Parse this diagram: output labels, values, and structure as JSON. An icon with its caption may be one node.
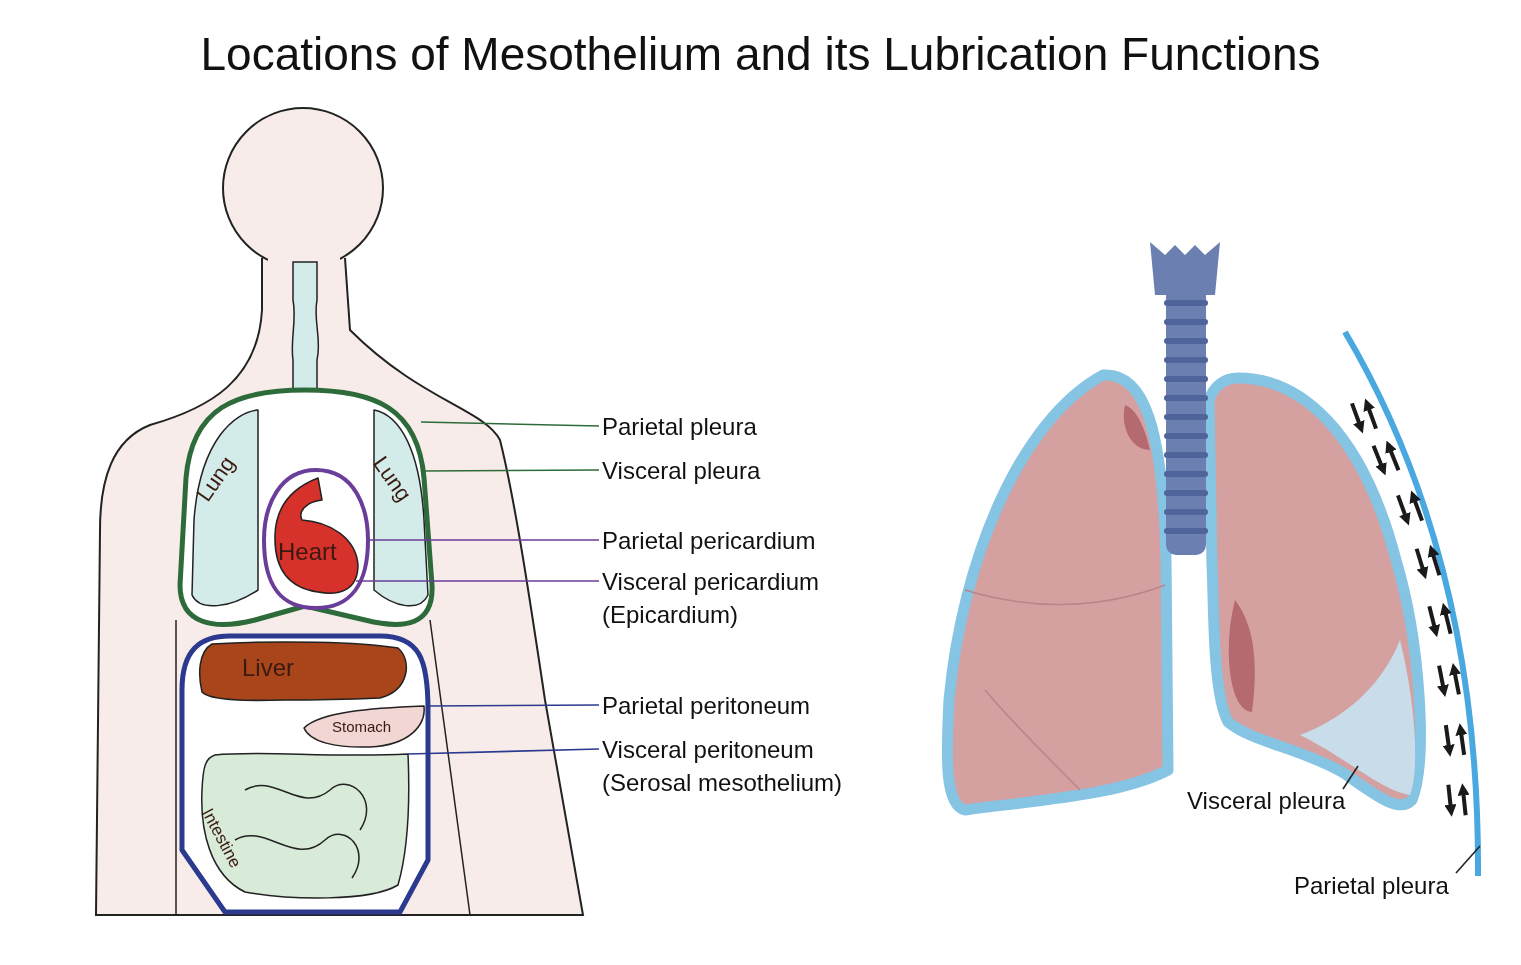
{
  "diagram": {
    "title": "Locations of Mesothelium and its Lubrication Functions",
    "nodes": [
      {
        "text": [],
        "shape": "outline"
      },
      {
        "text": [
          "Lung"
        ],
        "in": 0
      },
      {
        "text": [
          "Lung"
        ],
        "in": 0
      },
      {
        "text": [],
        "shape": "outline",
        "in": 0
      },
      {
        "text": [
          "Heart"
        ],
        "in": 3
      },
      {
        "text": [],
        "shape": "outline"
      },
      {
        "text": [
          "Liver"
        ],
        "in": 5
      },
      {
        "text": [
          "Stomach"
        ],
        "in": 5
      },
      {
        "text": [
          "Intestine"
        ],
        "in": 5
      },
      {
        "text": [
          "Parietal pleura"
        ]
      },
      {
        "text": [
          "Visceral pleura"
        ]
      },
      {
        "text": [
          "Parietal pericardium"
        ]
      },
      {
        "text": [
          "Visceral pericardium (Epicardium)"
        ]
      },
      {
        "text": [
          "Parietal peritoneum"
        ]
      },
      {
        "text": [
          "Visceral peritoneum (Serosal mesothelium)"
        ]
      },
      {
        "text": [],
        "shape": "picture"
      },
      {
        "text": [],
        "shape": "line"
      },
      {
        "text": [
          "Visceral pleura"
        ]
      },
      {
        "text": [
          "Parietal pleura"
        ]
      }
    ],
    "edges": [
      {
        "from": 9,
        "to": 0,
        "arrow": "none",
        "color": "#2e6b3a"
      },
      {
        "from": 10,
        "to": 2,
        "arrow": "none",
        "color": "#2e6b3a"
      },
      {
        "from": 11,
        "to": 3,
        "arrow": "none",
        "color": "#6a3d9a"
      },
      {
        "from": 12,
        "to": 4,
        "arrow": "none",
        "color": "#6a3d9a"
      },
      {
        "from": 13,
        "to": 5,
        "arrow": "none",
        "color": "#2b3a8f"
      },
      {
        "from": 14,
        "to": 8,
        "arrow": "none",
        "color": "#2b3a8f"
      },
      {
        "from": 17,
        "to": 15,
        "arrow": "none"
      },
      {
        "from": 18,
        "to": 16,
        "arrow": "none"
      }
    ]
  }
}
